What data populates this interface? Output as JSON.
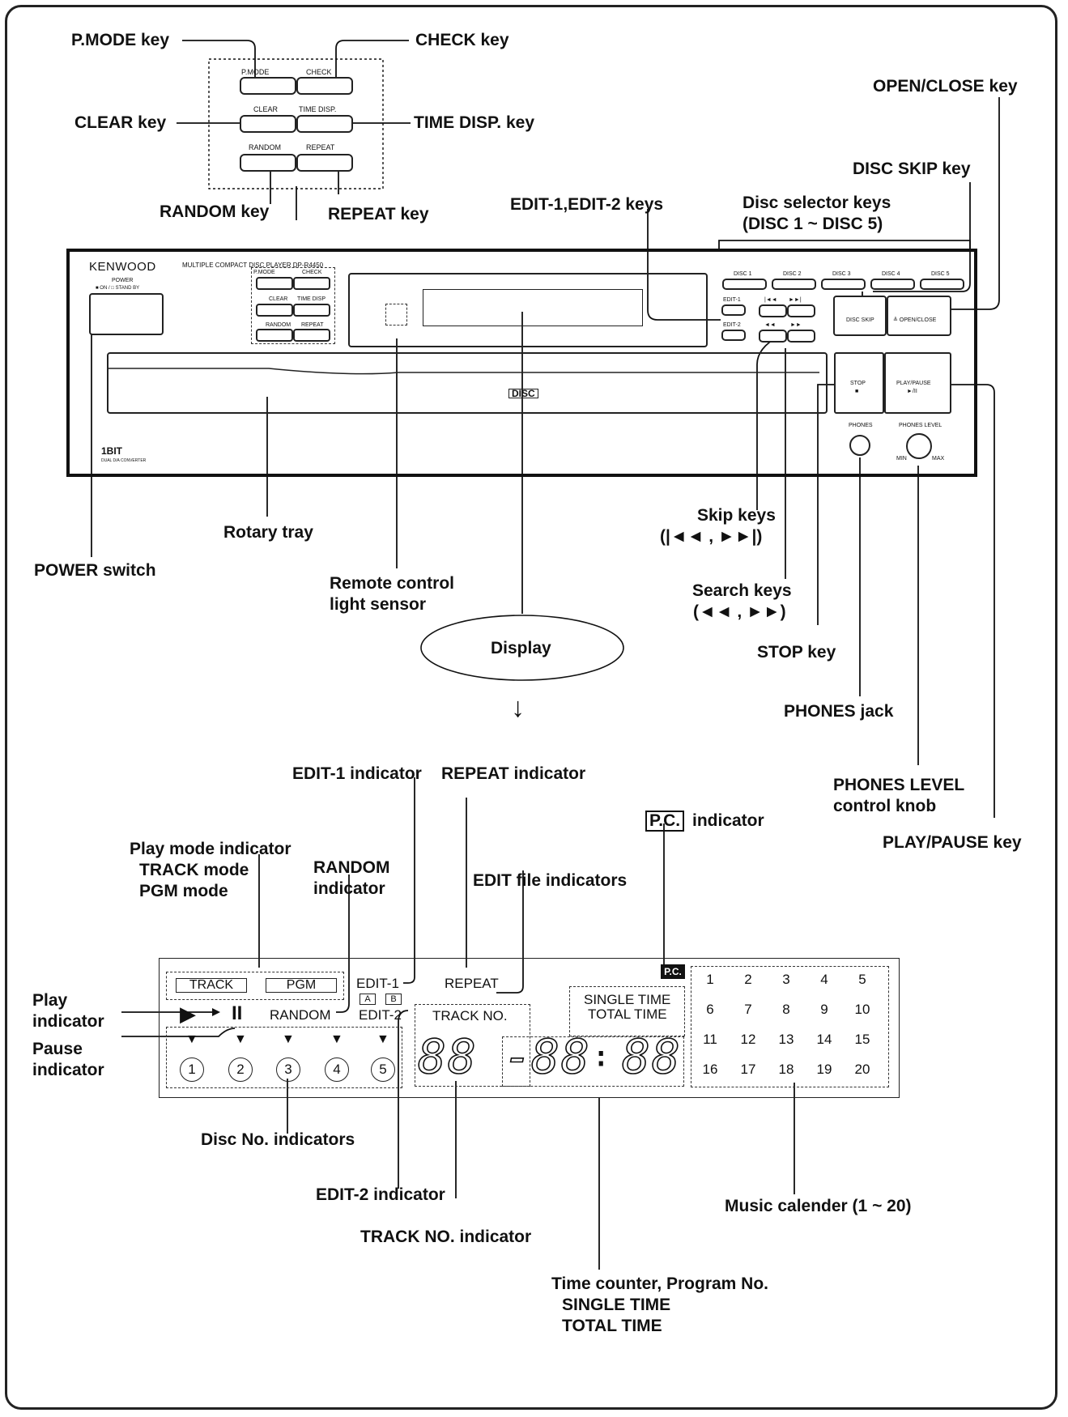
{
  "remote_keys": {
    "pmode": "P.MODE",
    "check": "CHECK",
    "clear": "CLEAR",
    "timedisp": "TIME DISP.",
    "random": "RANDOM",
    "repeat": "REPEAT"
  },
  "unit": {
    "brand": "KENWOOD",
    "model": "MULTIPLE COMPACT DISC PLAYER DP-R4450",
    "power_label": "POWER",
    "power_sub": "■ ON / □ STAND BY",
    "pmode": "P.MODE",
    "check": "CHECK",
    "clear": "CLEAR",
    "timedisp": "TIME DISP",
    "random": "RANDOM",
    "repeat": "REPEAT",
    "edit1": "EDIT-1",
    "edit2": "EDIT-2",
    "disc_keys": [
      "DISC 1",
      "DISC 2",
      "DISC 3",
      "DISC 4",
      "DISC 5"
    ],
    "disc_skip": "DISC SKIP",
    "open_close": "≜ OPEN/CLOSE",
    "stop": "STOP",
    "stop_sym": "■",
    "play_pause": "PLAY/PAUSE",
    "play_pause_sym": "►/II",
    "phones": "PHONES",
    "phones_level": "PHONES LEVEL",
    "min": "MIN",
    "max": "MAX",
    "onebit": "1BIT",
    "onebit_sub": "DUAL D/A CONVERTER",
    "cd_logo": "DISC"
  },
  "callouts": {
    "pmode_key": "P.MODE key",
    "check_key": "CHECK key",
    "clear_key": "CLEAR key",
    "timedisp_key": "TIME DISP. key",
    "random_key": "RANDOM key",
    "repeat_key": "REPEAT key",
    "open_close_key": "OPEN/CLOSE key",
    "disc_skip_key": "DISC SKIP key",
    "edit_keys": "EDIT-1,EDIT-2 keys",
    "disc_selector_1": "Disc selector keys",
    "disc_selector_2": "(DISC 1 ~ DISC 5)",
    "rotary_tray": "Rotary tray",
    "power_switch": "POWER switch",
    "remote_sensor_1": "Remote control",
    "remote_sensor_2": "light sensor",
    "skip_keys": "Skip keys",
    "skip_syms": "(|◄◄ , ►►|)",
    "search_keys": "Search keys",
    "search_syms": "(◄◄ , ►►)",
    "stop_key": "STOP key",
    "display": "Display",
    "arrow": "↓",
    "phones_jack": "PHONES jack",
    "phones_level_1": "PHONES LEVEL",
    "phones_level_2": "control knob",
    "play_pause_key": "PLAY/PAUSE key",
    "edit1_ind": "EDIT-1 indicator",
    "repeat_ind": "REPEAT indicator",
    "pc_tag": "P.C.",
    "pc_ind": "indicator",
    "playmode_1": "Play mode indicator",
    "playmode_2": "TRACK mode",
    "playmode_3": "PGM mode",
    "random_ind_1": "RANDOM",
    "random_ind_2": "indicator",
    "edit_file_ind": "EDIT file indicators",
    "play_ind_1": "Play",
    "play_ind_2": "indicator",
    "pause_ind_1": "Pause",
    "pause_ind_2": "indicator",
    "disc_no_ind": "Disc No. indicators",
    "edit2_ind": "EDIT-2 indicator",
    "track_no_ind": "TRACK NO. indicator",
    "music_cal": "Music calender (1 ~ 20)",
    "time_counter_1": "Time counter, Program No.",
    "time_counter_2": "SINGLE TIME",
    "time_counter_3": "TOTAL TIME"
  },
  "display": {
    "track": "TRACK",
    "pgm": "PGM",
    "edit1": "EDIT-1",
    "edit2": "EDIT-2",
    "repeat": "REPEAT",
    "random": "RANDOM",
    "file_a": "A",
    "file_b": "B",
    "track_no": "TRACK NO.",
    "single_time": "SINGLE TIME",
    "total_time": "TOTAL TIME",
    "pc": "P.C.",
    "play_sym": "▶",
    "pause_sym": "II",
    "disc_arrow": "▼",
    "discs": [
      "1",
      "2",
      "3",
      "4",
      "5"
    ],
    "track_digits": "88",
    "time_minus": "-",
    "time_digits": "88",
    "time_colon": ":",
    "time_digits2": "88",
    "calendar": [
      "1",
      "2",
      "3",
      "4",
      "5",
      "6",
      "7",
      "8",
      "9",
      "10",
      "11",
      "12",
      "13",
      "14",
      "15",
      "16",
      "17",
      "18",
      "19",
      "20"
    ]
  }
}
